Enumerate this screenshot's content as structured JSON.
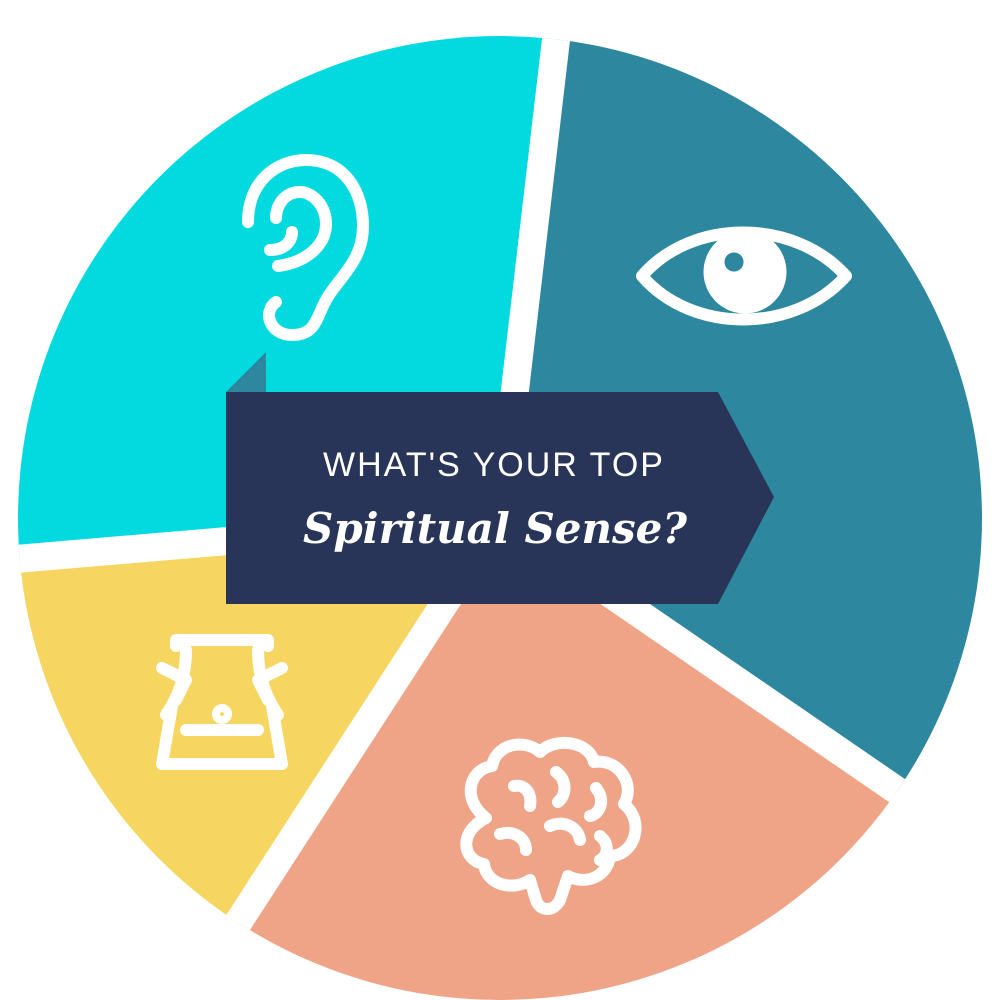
{
  "colors": {
    "hearing": "#03DADF",
    "seeing": "#2C879F",
    "knowing": "#F0A487",
    "feeling": "#F6D660",
    "banner": "#283558",
    "banner_fold": "#2C879F",
    "icon": "#FFFFFF"
  },
  "segments": [
    {
      "id": "hearing",
      "icon": "ear-icon"
    },
    {
      "id": "seeing",
      "icon": "eye-icon"
    },
    {
      "id": "knowing",
      "icon": "brain-icon"
    },
    {
      "id": "feeling",
      "icon": "torso-icon"
    }
  ],
  "banner": {
    "line1": "WHAT'S YOUR TOP",
    "line2": "Spiritual Sense?"
  }
}
